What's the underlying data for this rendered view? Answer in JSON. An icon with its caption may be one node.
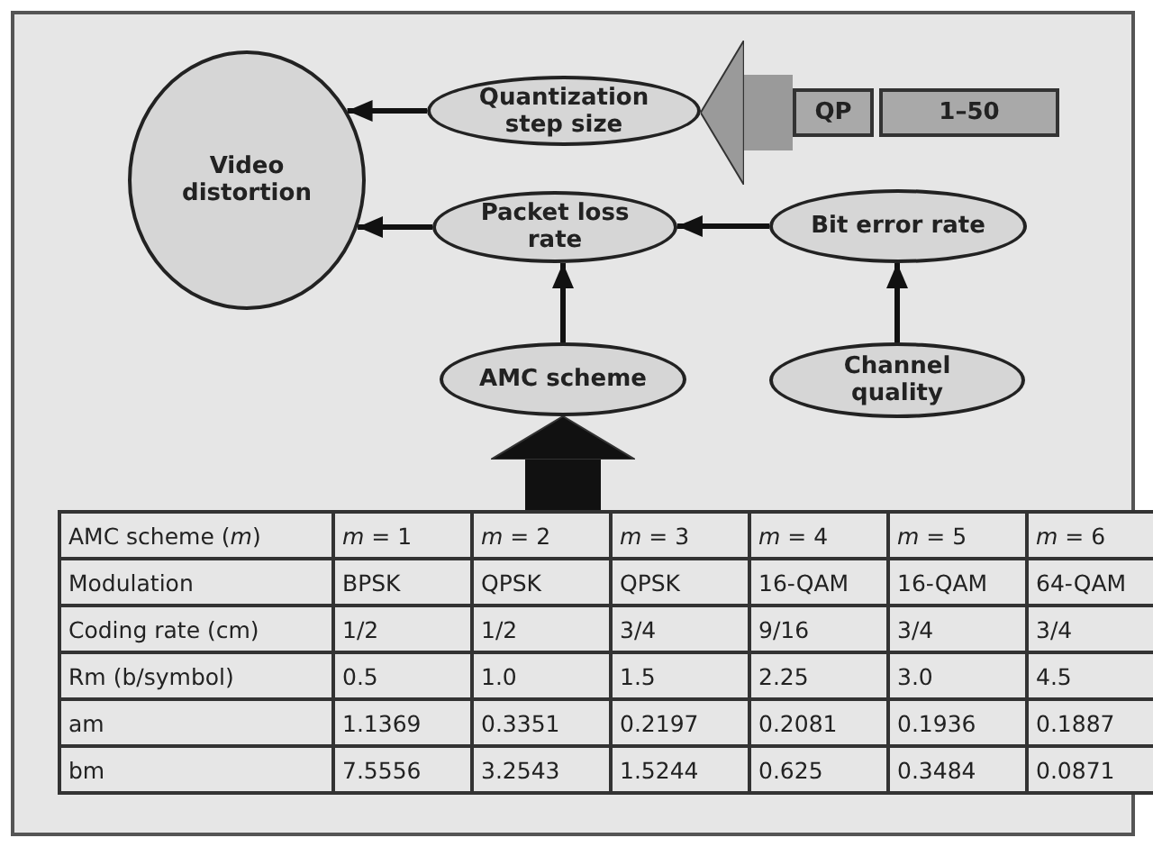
{
  "diagram": {
    "nodes": [
      {
        "text": [
          "Video distortion"
        ]
      },
      {
        "text": [
          "Quantization step size"
        ]
      },
      {
        "text": [
          "QP"
        ]
      },
      {
        "text": [
          "1–50"
        ]
      },
      {
        "text": [
          "Packet loss rate"
        ]
      },
      {
        "text": [
          "Bit error rate"
        ]
      },
      {
        "text": [
          "AMC scheme"
        ]
      },
      {
        "text": [
          "Channel quality"
        ]
      }
    ],
    "edges": [
      {
        "from": 1,
        "to": 0,
        "arrow": "to"
      },
      {
        "from": 2,
        "to": 1,
        "arrow": "to",
        "style": "thick",
        "color": "#9a9a9a"
      },
      {
        "from": 4,
        "to": 0,
        "arrow": "to"
      },
      {
        "from": 5,
        "to": 4,
        "arrow": "to"
      },
      {
        "from": 6,
        "to": 4,
        "arrow": "to"
      },
      {
        "from": 7,
        "to": 5,
        "arrow": "to"
      },
      {
        "from": null,
        "to": 6,
        "arrow": "to",
        "style": "thick"
      }
    ],
    "labels": [
      "AMC scheme (*m*)",
      "*m* = 1",
      "*m* = 2",
      "*m* = 3",
      "*m* = 4",
      "*m* = 5",
      "*m* = 6",
      "Modulation",
      "BPSK",
      "QPSK",
      "QPSK",
      "16-QAM",
      "16-QAM",
      "64-QAM",
      "Coding rate (cm)",
      "1/2",
      "1/2",
      "3/4",
      "9/16",
      "3/4",
      "3/4",
      "Rm (b/symbol)",
      "0.5",
      "1.0",
      "1.5",
      "2.25",
      "3.0",
      "4.5",
      "am",
      "1.1369",
      "0.3351",
      "0.2197",
      "0.2081",
      "0.1936",
      "0.1887",
      "bm",
      "7.5556",
      "3.2543",
      "1.5244",
      "0.625",
      "0.3484",
      "0.0871"
    ]
  }
}
